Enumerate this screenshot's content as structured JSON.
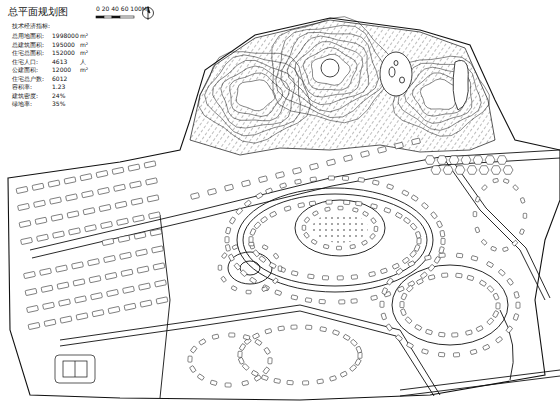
{
  "diagram": {
    "title": "总平面规划图",
    "labels": [
      "0 20 40 60 100M",
      "技术经济指标:",
      "总用地面积:",
      "总建筑面积:",
      "住宅总面积:",
      "住宅人口:",
      "公建面积:",
      "住宅总户数:",
      "容积率:",
      "建筑密度:",
      "绿地率:",
      "1998000",
      "195000",
      "152000",
      "4613",
      "12000",
      "6012",
      "1.23",
      "24%",
      "35%",
      "m²",
      "m²",
      "m²",
      "人",
      "m²"
    ]
  }
}
